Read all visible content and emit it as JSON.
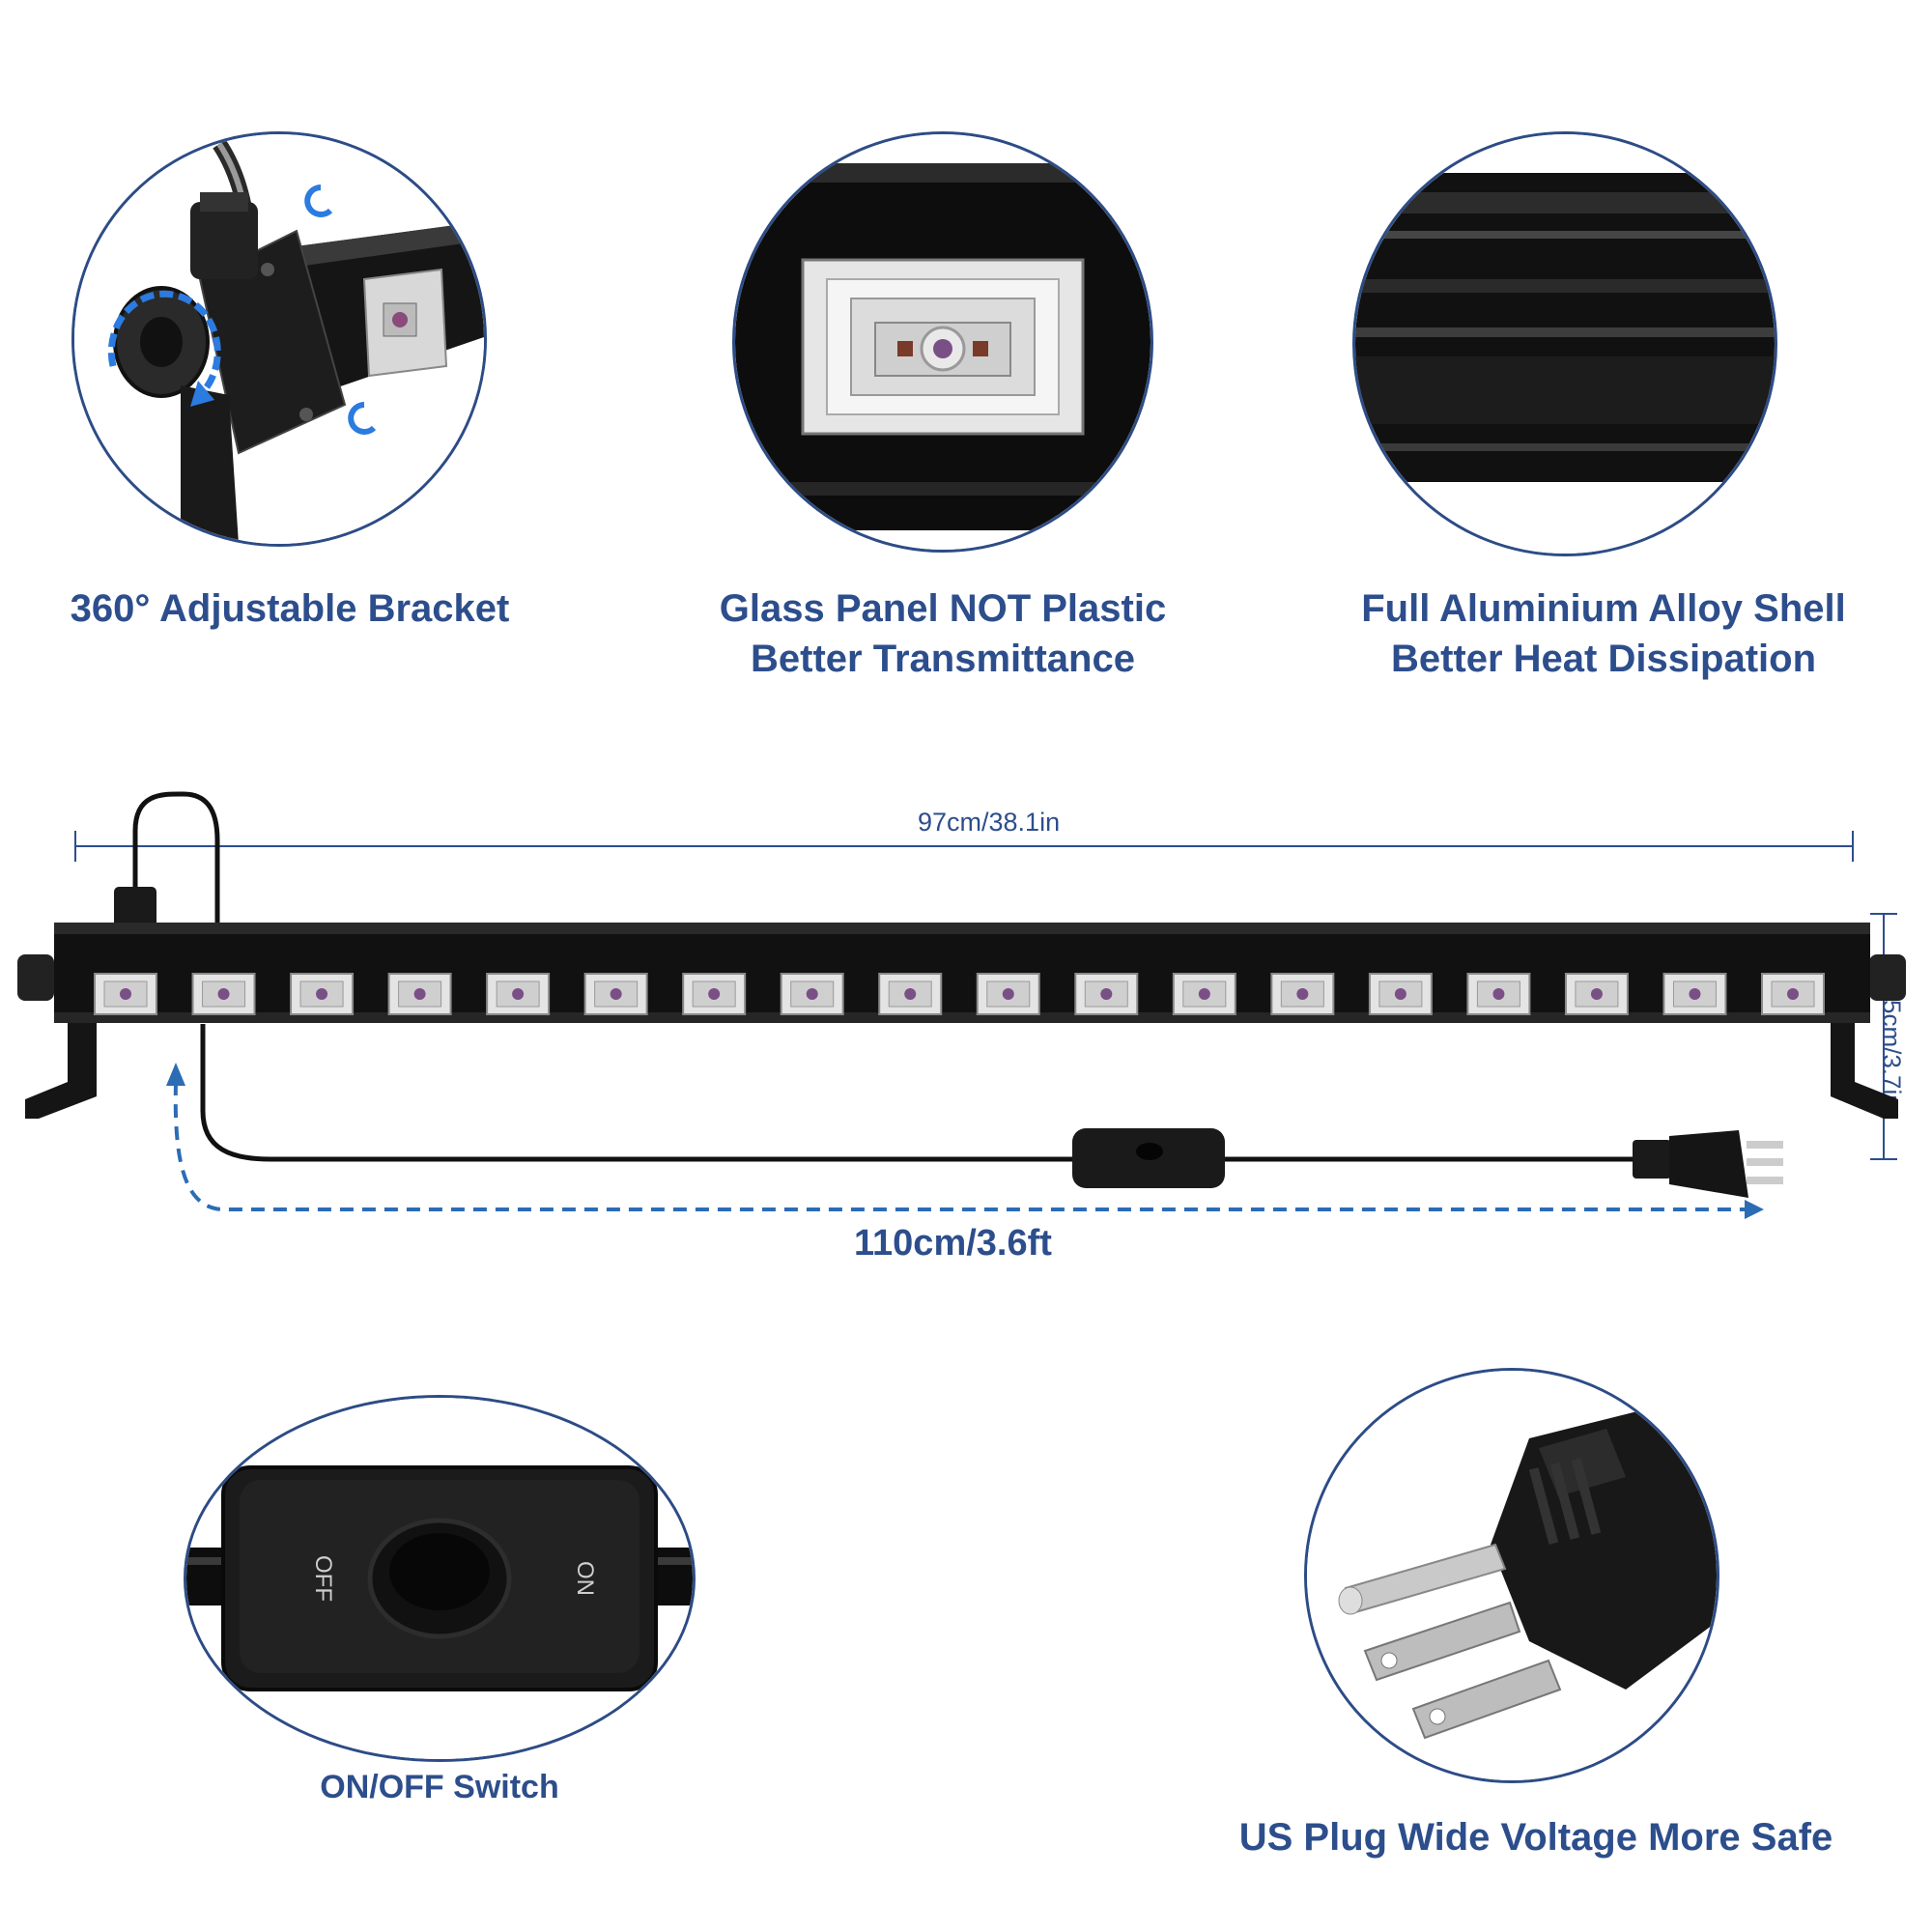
{
  "features": {
    "bracket": {
      "label": "360° Adjustable Bracket"
    },
    "glass": {
      "line1": "Glass Panel NOT Plastic",
      "line2": "Better Transmittance"
    },
    "shell": {
      "line1": "Full Aluminium Alloy Shell",
      "line2": "Better Heat Dissipation"
    },
    "switch": {
      "label": "ON/OFF Switch",
      "off_text": "OFF",
      "on_text": "ON"
    },
    "plug": {
      "label": "US Plug Wide Voltage More Safe"
    }
  },
  "dimensions": {
    "length": "97cm/38.1in",
    "height": "9.5cm/3.7in",
    "cable": "110cm/3.6ft"
  },
  "product": {
    "led_count": 18
  },
  "colors": {
    "accent": "#2d4e8c",
    "arrow": "#2b6cb5",
    "body": "#111111"
  }
}
